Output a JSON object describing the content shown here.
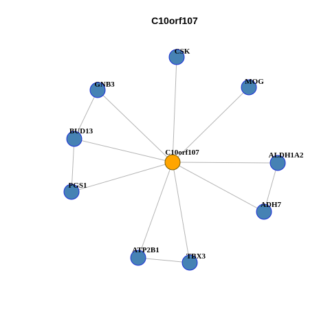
{
  "title": "C10orf107",
  "colors": {
    "hub_fill": "#ffa500",
    "node_fill": "#4682b4",
    "node_stroke": "#1b2fd6",
    "edge": "#b4b4b4"
  },
  "nodes": [
    {
      "id": "C10orf107",
      "label": "C10orf107",
      "kind": "hub"
    },
    {
      "id": "CSK",
      "label": "CSK",
      "kind": "neighbor"
    },
    {
      "id": "MOG",
      "label": "MOG",
      "kind": "neighbor"
    },
    {
      "id": "GNB3",
      "label": "GNB3",
      "kind": "neighbor"
    },
    {
      "id": "BUD13",
      "label": "BUD13",
      "kind": "neighbor"
    },
    {
      "id": "ALDH1A2",
      "label": "ALDH1A2",
      "kind": "neighbor"
    },
    {
      "id": "PGS1",
      "label": "PGS1",
      "kind": "neighbor"
    },
    {
      "id": "ADH7",
      "label": "ADH7",
      "kind": "neighbor"
    },
    {
      "id": "ATP2B1",
      "label": "ATP2B1",
      "kind": "neighbor"
    },
    {
      "id": "TBX3",
      "label": "TBX3",
      "kind": "neighbor"
    }
  ],
  "edges": [
    {
      "source": "C10orf107",
      "target": "CSK"
    },
    {
      "source": "C10orf107",
      "target": "MOG"
    },
    {
      "source": "C10orf107",
      "target": "GNB3"
    },
    {
      "source": "C10orf107",
      "target": "BUD13"
    },
    {
      "source": "C10orf107",
      "target": "ALDH1A2"
    },
    {
      "source": "C10orf107",
      "target": "PGS1"
    },
    {
      "source": "C10orf107",
      "target": "ADH7"
    },
    {
      "source": "C10orf107",
      "target": "ATP2B1"
    },
    {
      "source": "C10orf107",
      "target": "TBX3"
    },
    {
      "source": "GNB3",
      "target": "BUD13"
    },
    {
      "source": "BUD13",
      "target": "PGS1"
    },
    {
      "source": "ALDH1A2",
      "target": "ADH7"
    },
    {
      "source": "ATP2B1",
      "target": "TBX3"
    }
  ]
}
